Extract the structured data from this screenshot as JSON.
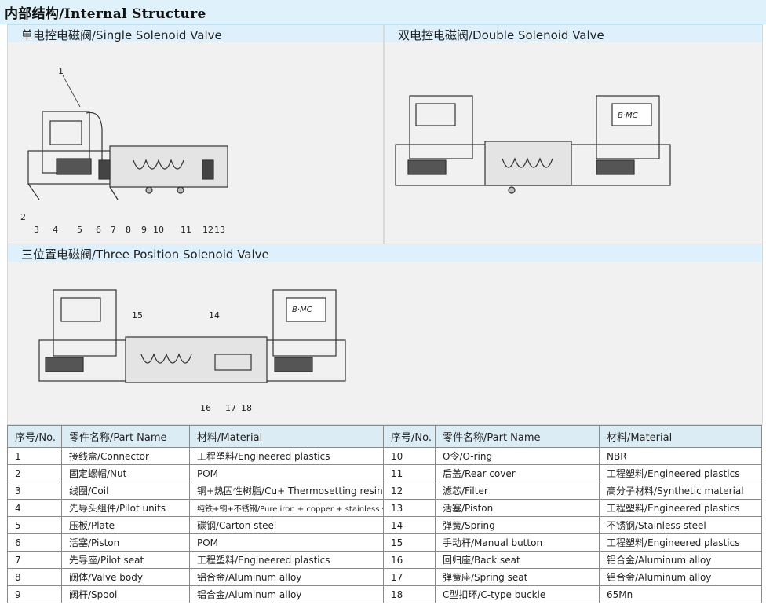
{
  "header": {
    "title": "内部结构/Internal Structure"
  },
  "panels": {
    "single": {
      "title": "单电控电磁阀/Single Solenoid Valve",
      "callouts": [
        "1",
        "2",
        "3",
        "4",
        "5",
        "6",
        "7",
        "8",
        "9",
        "10",
        "11",
        "12",
        "13"
      ]
    },
    "double": {
      "title": "双电控电磁阀/Double Solenoid Valve",
      "logo": "B·MC"
    },
    "three": {
      "title": "三位置电磁阀/Three Position Solenoid Valve",
      "logo": "B·MC",
      "callouts": [
        "15",
        "14",
        "16",
        "17",
        "18"
      ]
    }
  },
  "table": {
    "headers": [
      "序号/No.",
      "零件名称/Part Name",
      "材料/Material"
    ],
    "left": [
      {
        "no": "1",
        "name": "接线盒/Connector",
        "material": "工程塑料/Engineered plastics"
      },
      {
        "no": "2",
        "name": "固定螺帽/Nut",
        "material": "POM"
      },
      {
        "no": "3",
        "name": "线圈/Coil",
        "material": "铜+热固性树脂/Cu+ Thermosetting resin"
      },
      {
        "no": "4",
        "name": "先导头组件/Pilot units",
        "material": "纯铁+铜+不锈钢/Pure iron + copper + stainless steel"
      },
      {
        "no": "5",
        "name": "压板/Plate",
        "material": "碳钢/Carton steel"
      },
      {
        "no": "6",
        "name": "活塞/Piston",
        "material": "POM"
      },
      {
        "no": "7",
        "name": "先导座/Pilot seat",
        "material": "工程塑料/Engineered plastics"
      },
      {
        "no": "8",
        "name": "阀体/Valve body",
        "material": "铝合金/Aluminum alloy"
      },
      {
        "no": "9",
        "name": "阀杆/Spool",
        "material": "铝合金/Aluminum alloy"
      }
    ],
    "right": [
      {
        "no": "10",
        "name": "O令/O-ring",
        "material": "NBR"
      },
      {
        "no": "11",
        "name": "后盖/Rear cover",
        "material": "工程塑料/Engineered plastics"
      },
      {
        "no": "12",
        "name": "滤芯/Filter",
        "material": "高分子材料/Synthetic material"
      },
      {
        "no": "13",
        "name": "活塞/Piston",
        "material": "工程塑料/Engineered plastics"
      },
      {
        "no": "14",
        "name": "弹簧/Spring",
        "material": "不锈钢/Stainless steel"
      },
      {
        "no": "15",
        "name": "手动杆/Manual button",
        "material": "工程塑料/Engineered plastics"
      },
      {
        "no": "16",
        "name": "回归座/Back seat",
        "material": "铝合金/Aluminum alloy"
      },
      {
        "no": "17",
        "name": "弹簧座/Spring seat",
        "material": "铝合金/Aluminum alloy"
      },
      {
        "no": "18",
        "name": "C型扣环/C-type buckle",
        "material": "65Mn"
      }
    ]
  }
}
